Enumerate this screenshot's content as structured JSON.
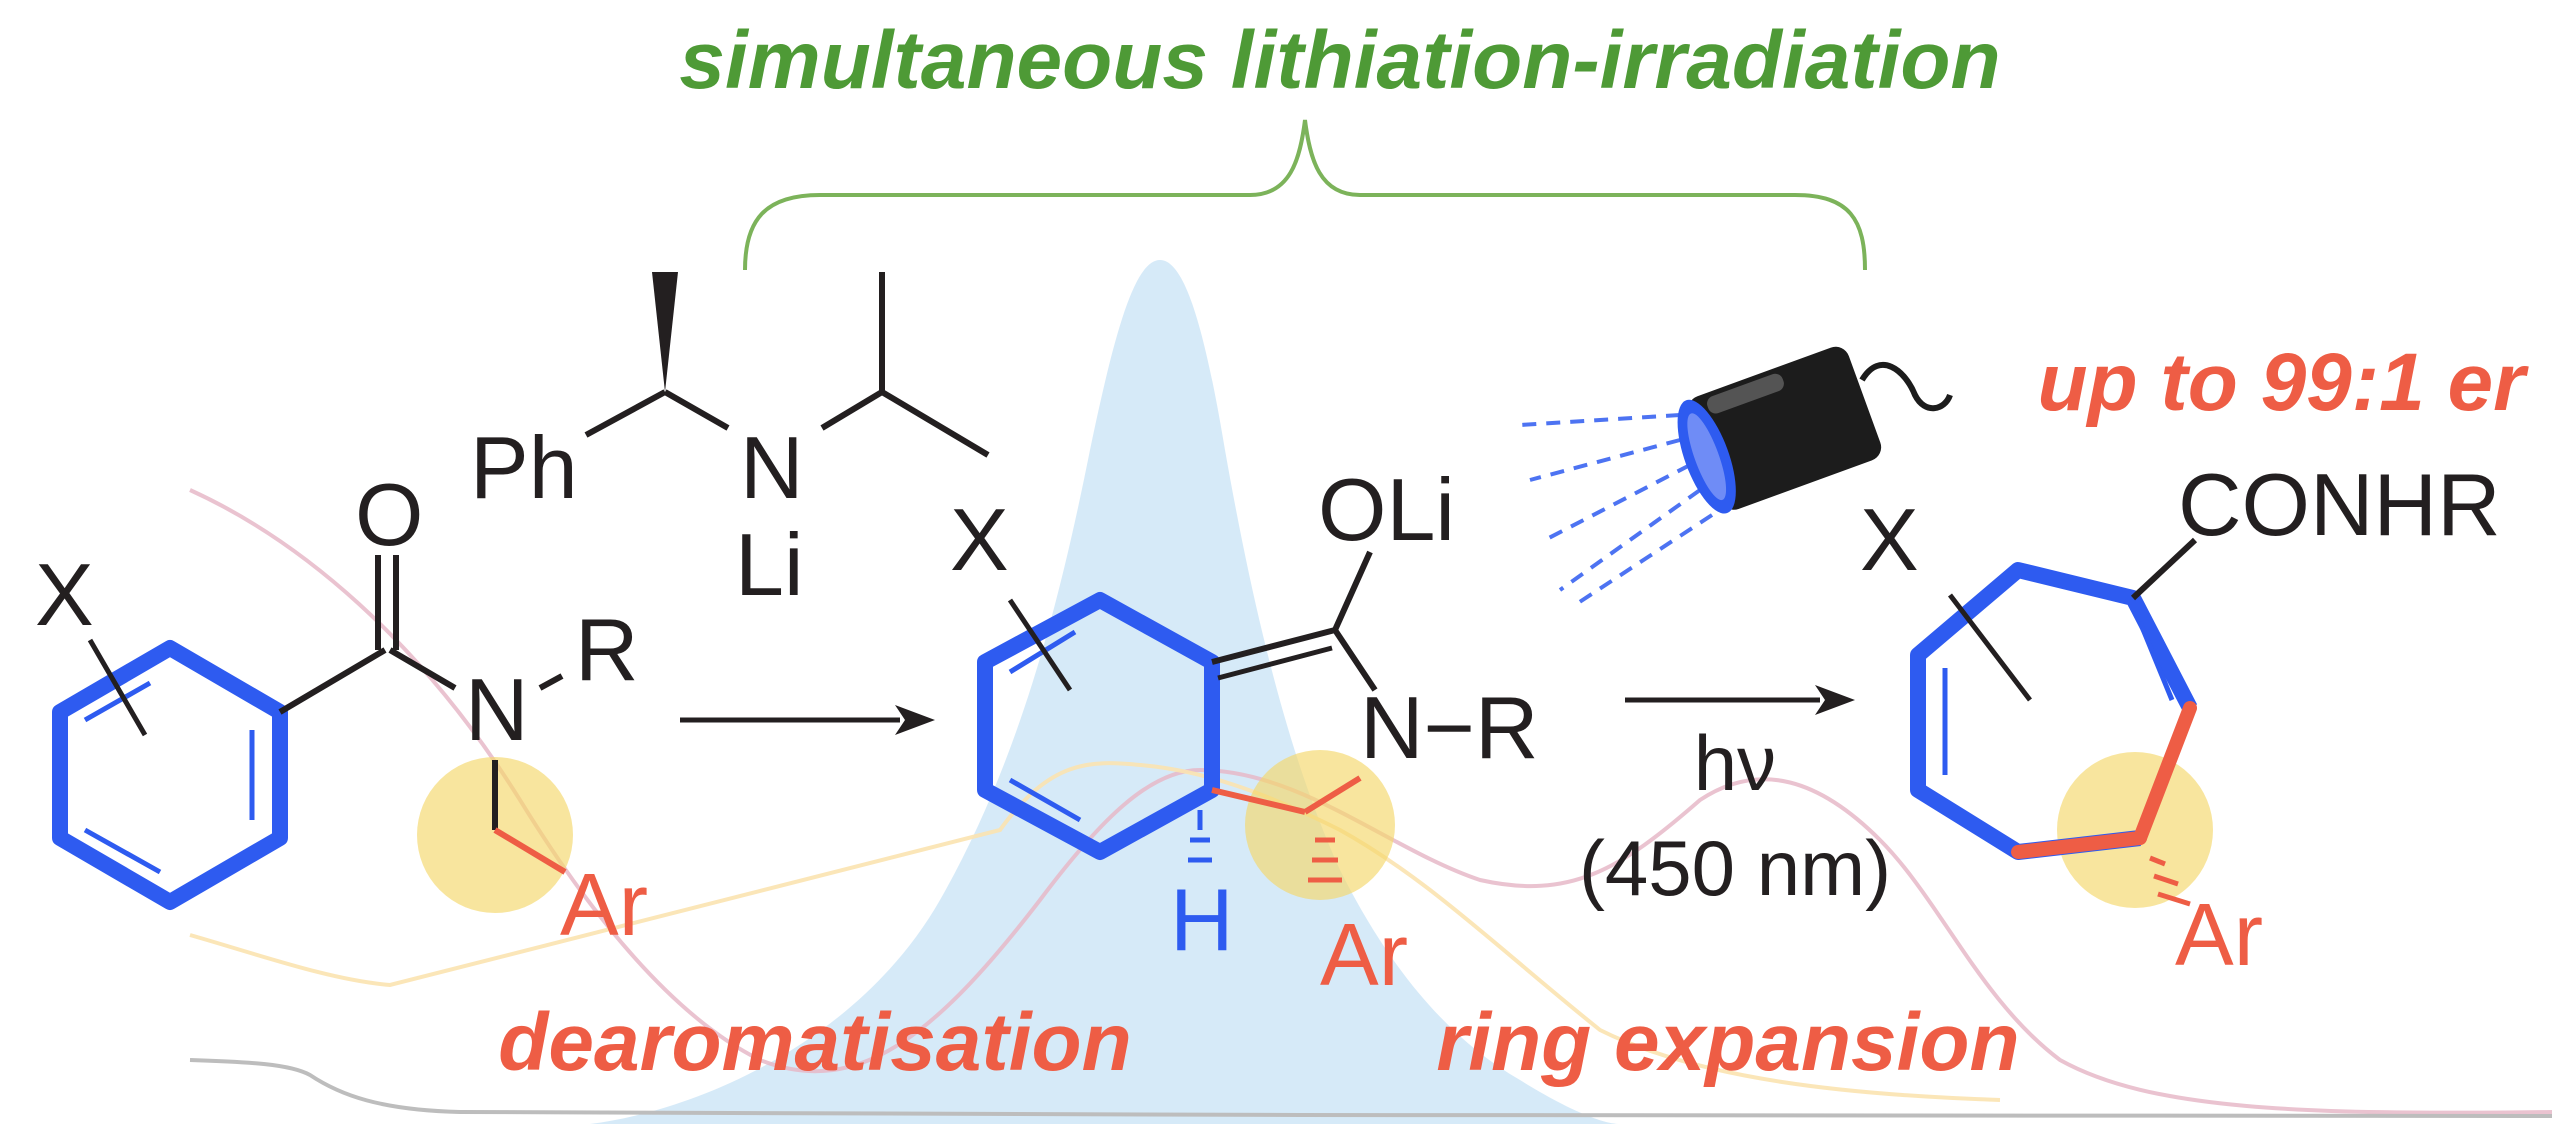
{
  "header": {
    "title": "simultaneous lithiation-irradiation",
    "selectivity": "up to 99:1 er"
  },
  "steps": {
    "step1": "dearomatisation",
    "step2": "ring expansion"
  },
  "conditions": {
    "light": "hν",
    "wavelength": "(450 nm)"
  },
  "reagent": {
    "ph": "Ph",
    "n": "N",
    "li": "Li"
  },
  "starting_material": {
    "x": "X",
    "o": "O",
    "n": "N",
    "r": "R",
    "ar": "Ar"
  },
  "intermediate": {
    "x": "X",
    "oli": "OLi",
    "nr": "N−R",
    "h": "H",
    "ar": "Ar"
  },
  "product": {
    "x": "X",
    "conhr": "CONHR",
    "ar": "Ar"
  },
  "colors": {
    "green": "#4e9a36",
    "red": "#ee5d45",
    "blue": "#2e5bf0",
    "yellow_highlight": "#f4d76a",
    "spectrum_blue": "#cfe6f7"
  },
  "icons": [
    "lamp-icon",
    "light-ray-icon",
    "reaction-arrow-icon"
  ]
}
